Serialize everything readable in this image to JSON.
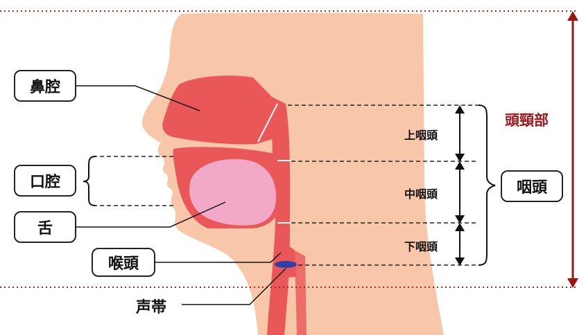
{
  "labels": {
    "nasal_cavity": "鼻腔",
    "oral_cavity": "口腔",
    "tongue": "舌",
    "larynx": "喉頭",
    "vocal_cords": "声帯",
    "head_neck": "頭頸部",
    "pharynx": "咽頭",
    "epipharynx": "上咽頭",
    "mesopharynx": "中咽頭",
    "hypopharynx": "下咽頭"
  },
  "colors": {
    "skin": "#f8c6a8",
    "cavity_red": "#ea5758",
    "tongue_pink": "#f2a9c8",
    "vocal_cord_blue": "#2b3fa6",
    "title_red": "#a01818",
    "dotted_line": "#b22222"
  }
}
